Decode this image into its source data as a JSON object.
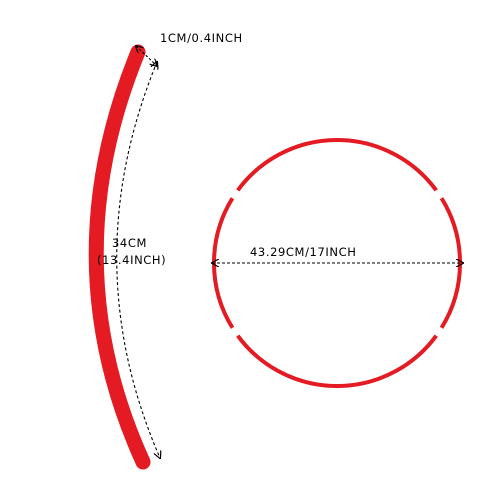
{
  "labels": {
    "width": "1CM/0.4INCH",
    "length_cm": "34CM",
    "length_inch": "(13.4INCH)",
    "diameter": "43.29CM/17INCH"
  },
  "colors": {
    "strip": "#e41b23",
    "dimension_line": "#000000",
    "background": "#ffffff"
  }
}
